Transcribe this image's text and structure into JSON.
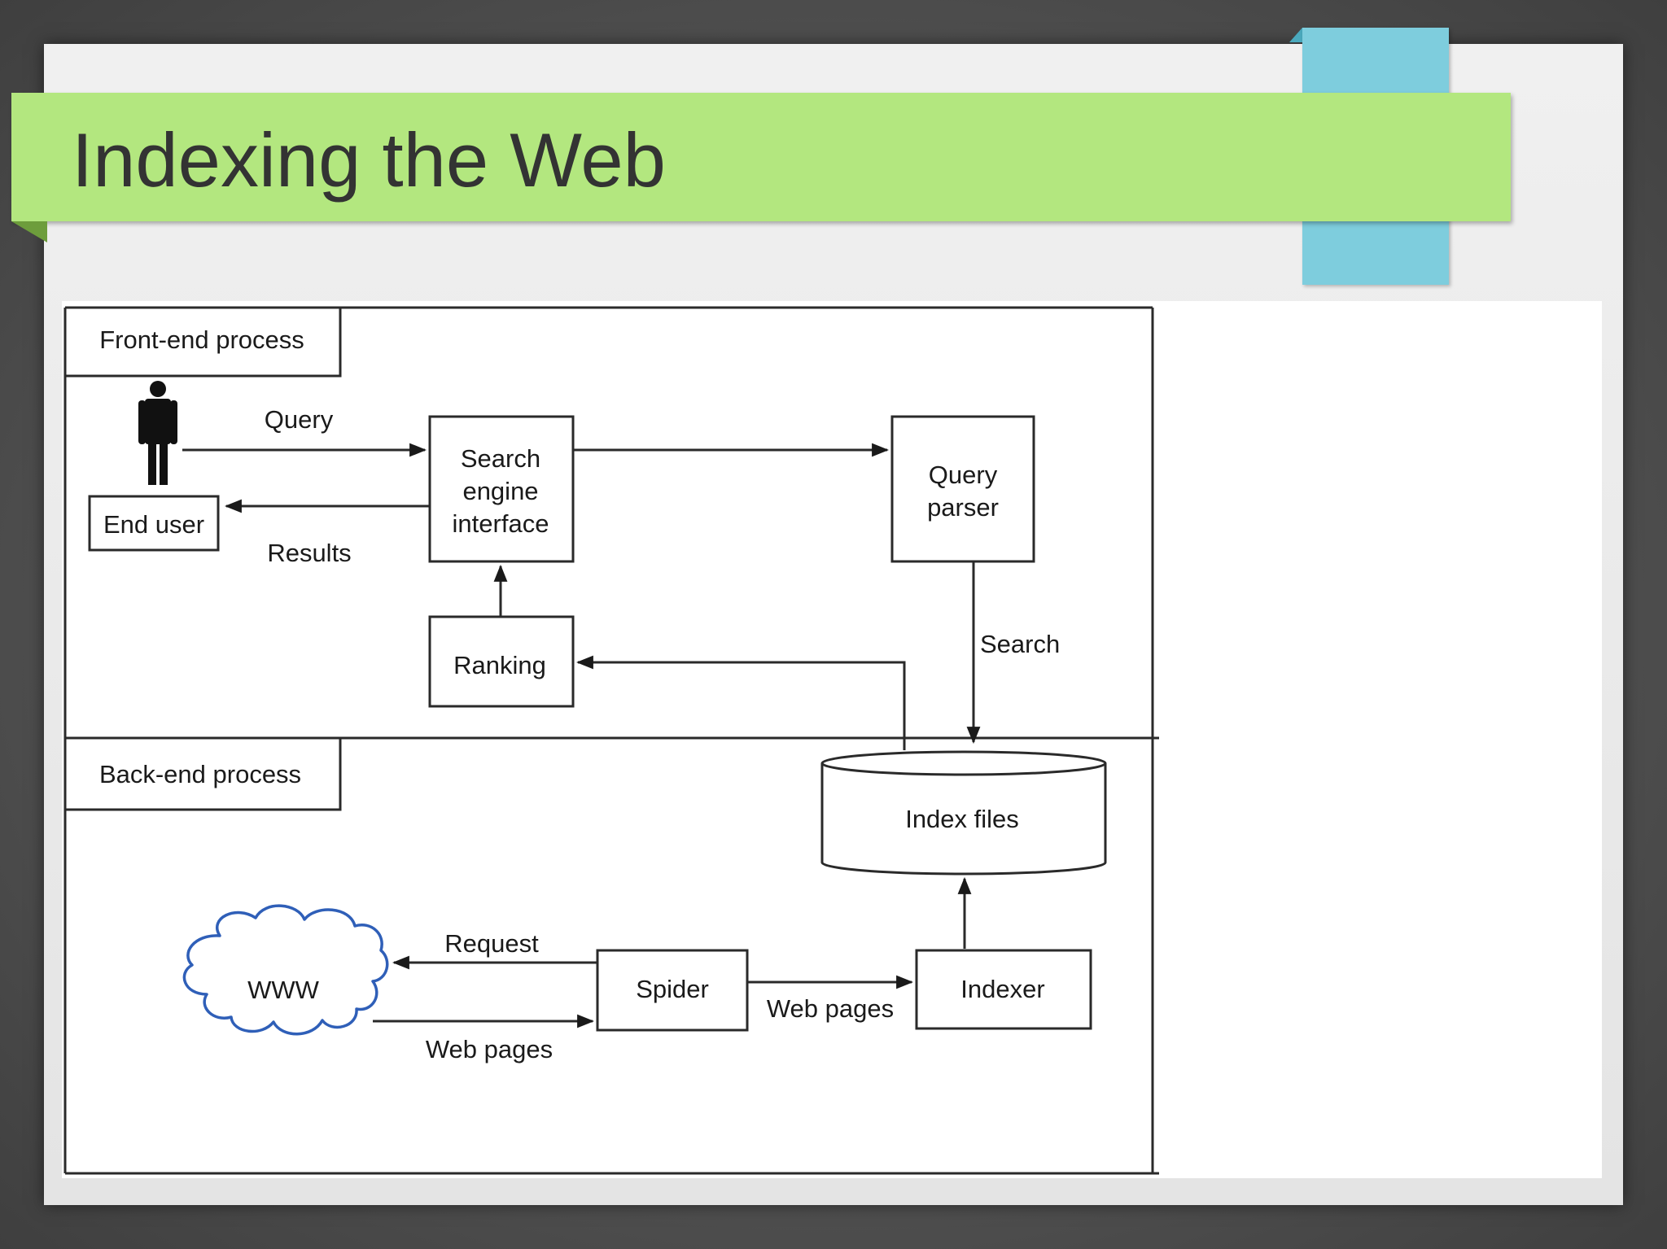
{
  "slide": {
    "title": "Indexing the Web"
  },
  "diagram": {
    "sections": {
      "front_end": "Front-end process",
      "back_end": "Back-end process"
    },
    "nodes": {
      "end_user": "End user",
      "search_engine_interface": [
        "Search",
        "engine",
        "interface"
      ],
      "query_parser": [
        "Query",
        "parser"
      ],
      "ranking": "Ranking",
      "index_files": "Index files",
      "www": "WWW",
      "spider": "Spider",
      "indexer": "Indexer"
    },
    "edge_labels": {
      "query": "Query",
      "results": "Results",
      "search": "Search",
      "request": "Request",
      "web_pages_from_www": "Web pages",
      "web_pages_to_indexer": "Web pages"
    },
    "colors": {
      "banner": "#b3e77f",
      "accent": "#7ecddd",
      "cloud_outline": "#2f5fb8"
    },
    "icons": [
      "person-icon",
      "cloud-icon"
    ]
  }
}
